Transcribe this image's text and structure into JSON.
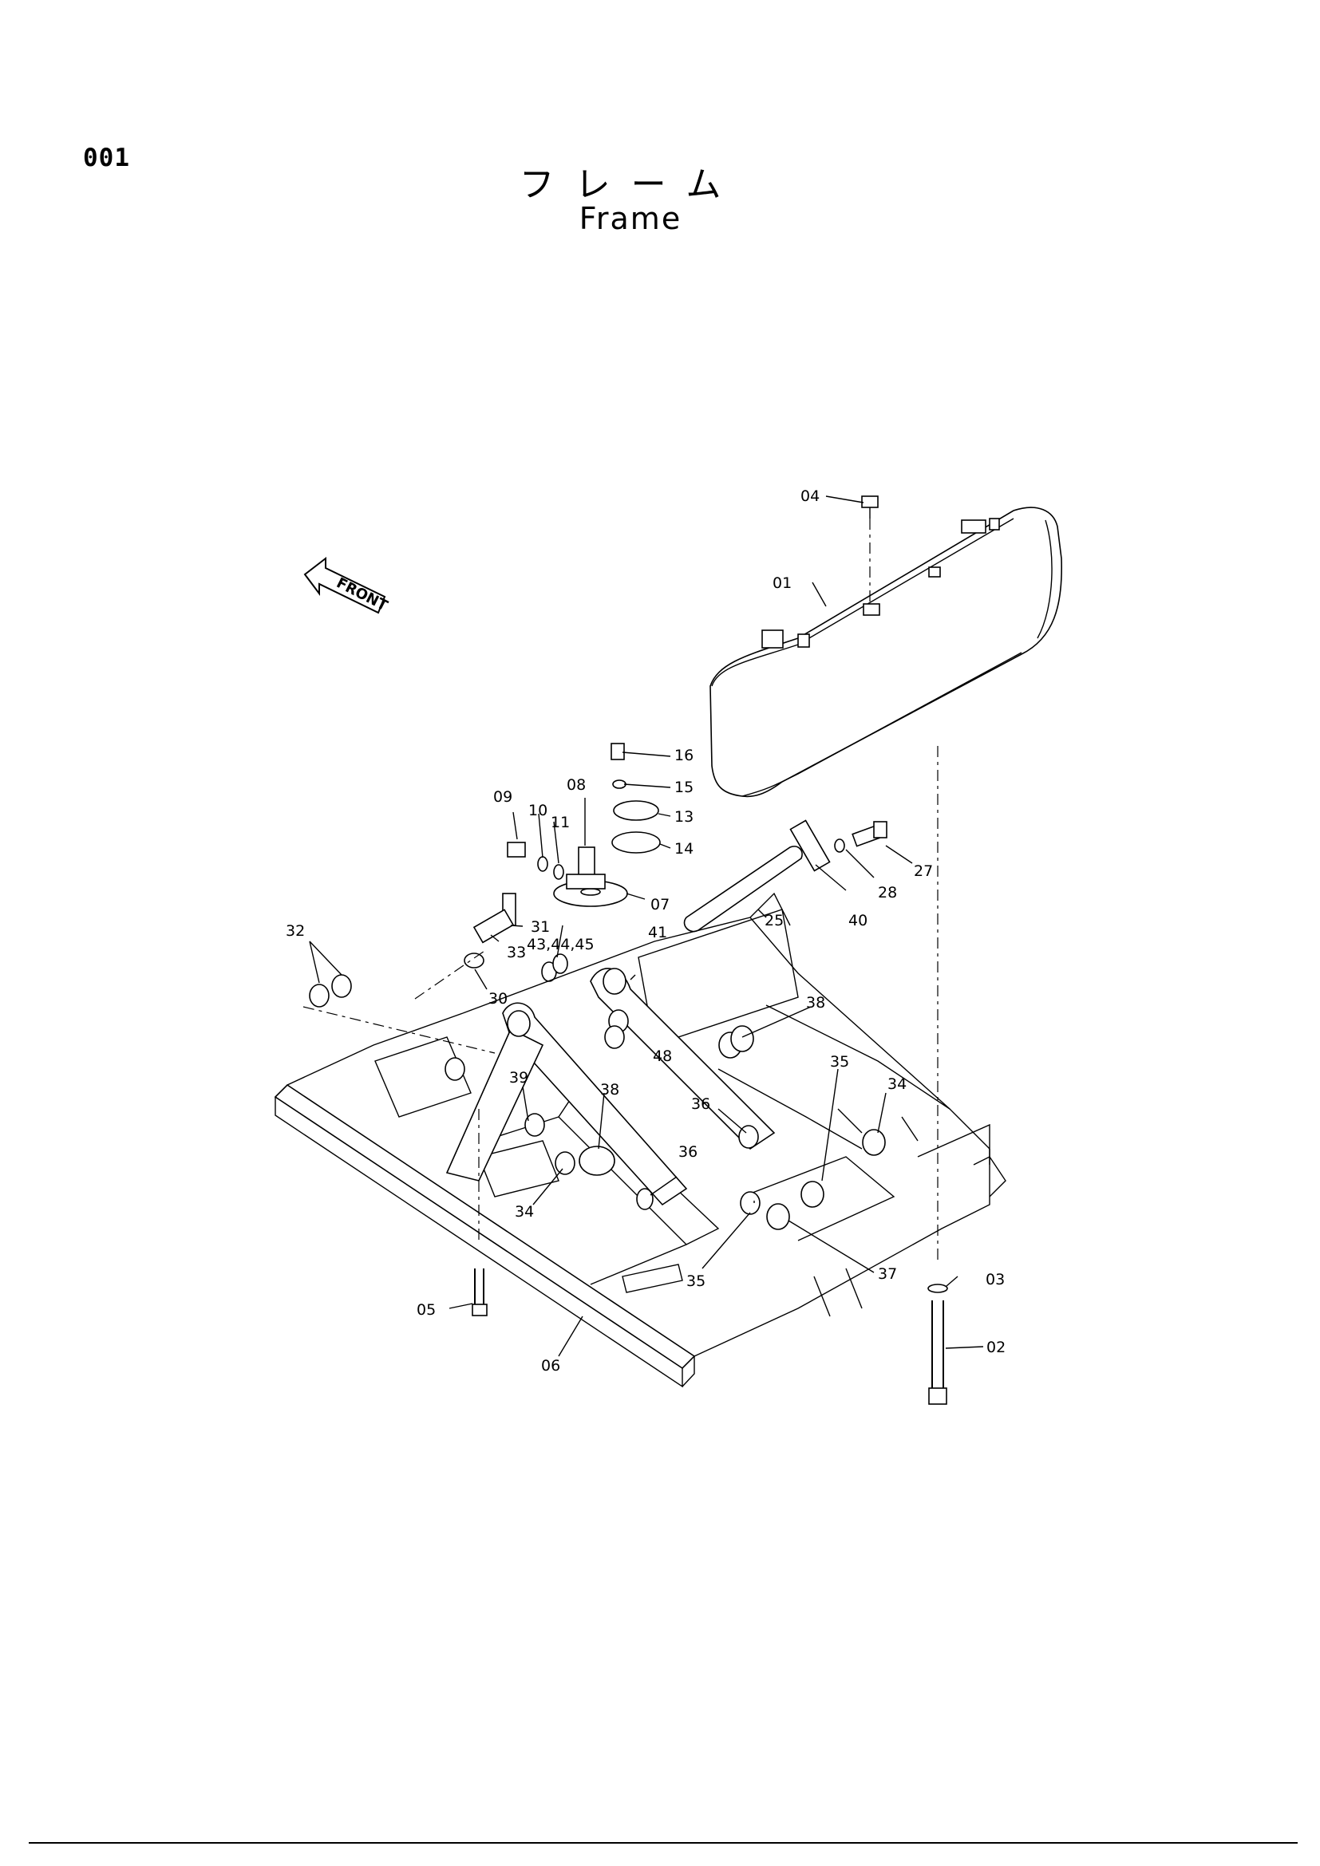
{
  "page_number": "001",
  "title_jp": "フレーム",
  "title_en": "Frame",
  "front_label": "FRONT",
  "callouts": [
    "01",
    "02",
    "03",
    "04",
    "05",
    "06",
    "07",
    "08",
    "09",
    "10",
    "11",
    "13",
    "14",
    "15",
    "16",
    "25",
    "27",
    "28",
    "30",
    "31",
    "32",
    "33",
    "34",
    "34",
    "35",
    "35",
    "36",
    "36",
    "37",
    "38",
    "38",
    "39",
    "40",
    "41",
    "43,44,45",
    "48"
  ]
}
